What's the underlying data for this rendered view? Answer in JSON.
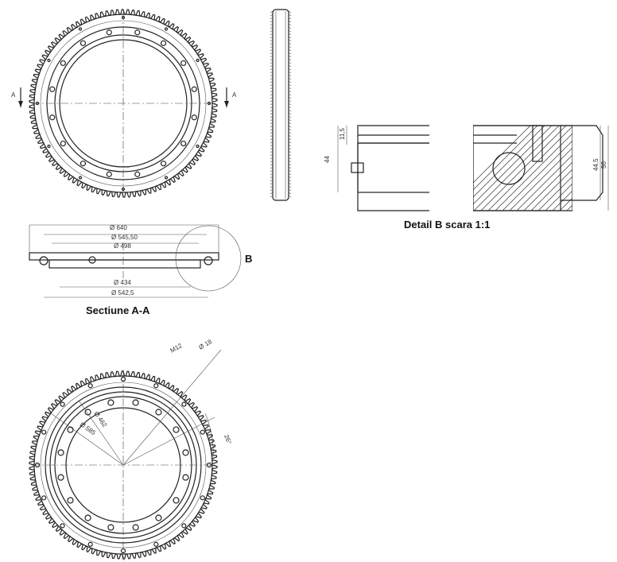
{
  "top_view": {
    "section_marks": [
      "A",
      "A"
    ]
  },
  "section_aa": {
    "title": "Sectiune A-A",
    "detail_label": "B",
    "dims": {
      "d640": "Ø 640",
      "d545": "Ø 545,50",
      "d498": "Ø 498",
      "d434": "Ø 434",
      "d542": "Ø 542,5"
    }
  },
  "detail_b": {
    "title": "Detail B  scara 1:1",
    "dims": {
      "h11": "11,5",
      "h44": "44",
      "h44_5": "44,5",
      "h56": "56"
    }
  },
  "bottom_view": {
    "dims": {
      "m12": "M12",
      "d18": "Ø 18",
      "d462": "Ø 462",
      "d585": "Ø 585",
      "angle": "26°"
    }
  }
}
